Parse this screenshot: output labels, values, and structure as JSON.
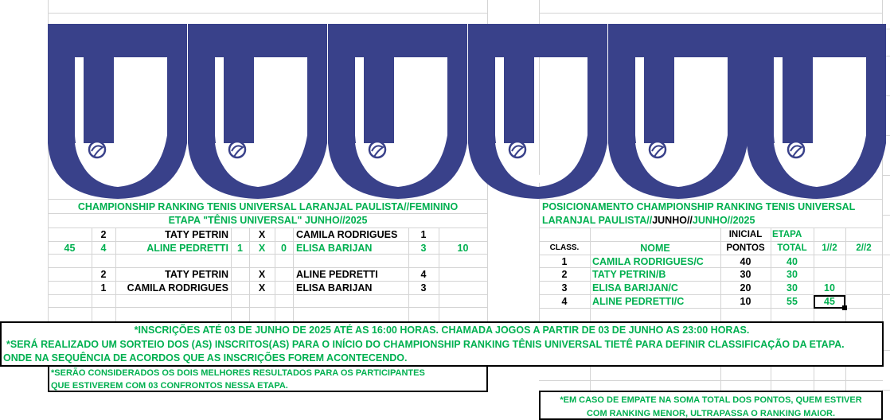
{
  "colors": {
    "green": "#00b050",
    "navy": "#39418a",
    "grid": "#d4d4d4"
  },
  "logos": {
    "icon": "tenis-universal-logo-icon",
    "count": 6
  },
  "left_header": {
    "title": "CHAMPIONSHIP RANKING TENIS UNIVERSAL LARANJAL PAULISTA//FEMININO",
    "subtitle": "ETAPA \"TÊNIS UNIVERSAL\" JUNHO//2025"
  },
  "matches": [
    {
      "pre": "",
      "seed_a": "2",
      "player_a": "TATY PETRIN",
      "score_a": "",
      "vs": "X",
      "score_b": "",
      "player_b": "CAMILA RODRIGUES",
      "seed_b": "1",
      "post": ""
    },
    {
      "pre": "45",
      "seed_a": "4",
      "player_a": "ALINE PEDRETTI",
      "score_a": "1",
      "vs": "X",
      "score_b": "0",
      "player_b": "ELISA BARIJAN",
      "seed_b": "3",
      "post": "10"
    },
    {
      "pre": "",
      "seed_a": "2",
      "player_a": "TATY PETRIN",
      "score_a": "",
      "vs": "X",
      "score_b": "",
      "player_b": "ALINE PEDRETTI",
      "seed_b": "4",
      "post": ""
    },
    {
      "pre": "",
      "seed_a": "1",
      "player_a": "CAMILA RODRIGUES",
      "score_a": "",
      "vs": "X",
      "score_b": "",
      "player_b": "ELISA BARIJAN",
      "seed_b": "3",
      "post": ""
    }
  ],
  "right_header": {
    "title": "POSICIONAMENTO CHAMPIONSHIP RANKING TENIS UNIVERSAL",
    "subtitle_a": "LARANJAL PAULISTA//",
    "subtitle_b": "JUNHO//",
    "subtitle_c": "JUNHO//2025"
  },
  "ranking": {
    "headers": {
      "inicial": "INICIAL",
      "etapa": "ETAPA",
      "class": "CLASS.",
      "nome": "NOME",
      "pontos": "PONTOS",
      "total": "TOTAL",
      "h1": "1//2",
      "h2": "2//2"
    },
    "rows": [
      {
        "pos": "1",
        "name": "CAMILA RODRIGUES/C",
        "inicial": "40",
        "total": "40",
        "h1": "",
        "h2": ""
      },
      {
        "pos": "2",
        "name": "TATY PETRIN/B",
        "inicial": "30",
        "total": "30",
        "h1": "",
        "h2": ""
      },
      {
        "pos": "3",
        "name": "ELISA BARIJAN/C",
        "inicial": "20",
        "total": "30",
        "h1": "10",
        "h2": ""
      },
      {
        "pos": "4",
        "name": "ALINE PEDRETTI/C",
        "inicial": "10",
        "total": "55",
        "h1": "45",
        "h2": ""
      }
    ]
  },
  "notices": {
    "line1": "*INSCRIÇÕES ATÉ 03 DE JUNHO DE 2025 ATÉ AS 16:00 HORAS. CHAMADA JOGOS A PARTIR DE 03 DE JUNHO AS 23:00 HORAS.",
    "line2": "*SERÁ REALIZADO UM SORTEIO DOS (AS) INSCRITOS(AS) PARA O INÍCIO DO CHAMPIONSHIP RANKING TÊNIS UNIVERSAL TIETÊ PARA DEFINIR CLASSIFICAÇÃO DA ETAPA.",
    "line3": "ONDE NA SEQUÊNCIA DE ACORDOS QUE AS INSCRIÇÕES FOREM ACONTECENDO.",
    "best_results_1": "*SERÃO CONSIDERADOS OS DOIS MELHORES RESULTADOS PARA OS PARTICIPANTES",
    "best_results_2": "QUE ESTIVEREM COM 03 CONFRONTOS NESSA ETAPA.",
    "tiebreak_1": "*EM CASO DE EMPATE NA SOMA TOTAL DOS PONTOS, QUEM ESTIVER",
    "tiebreak_2": "COM RANKING MENOR, ULTRAPASSA O RANKING MAIOR."
  }
}
